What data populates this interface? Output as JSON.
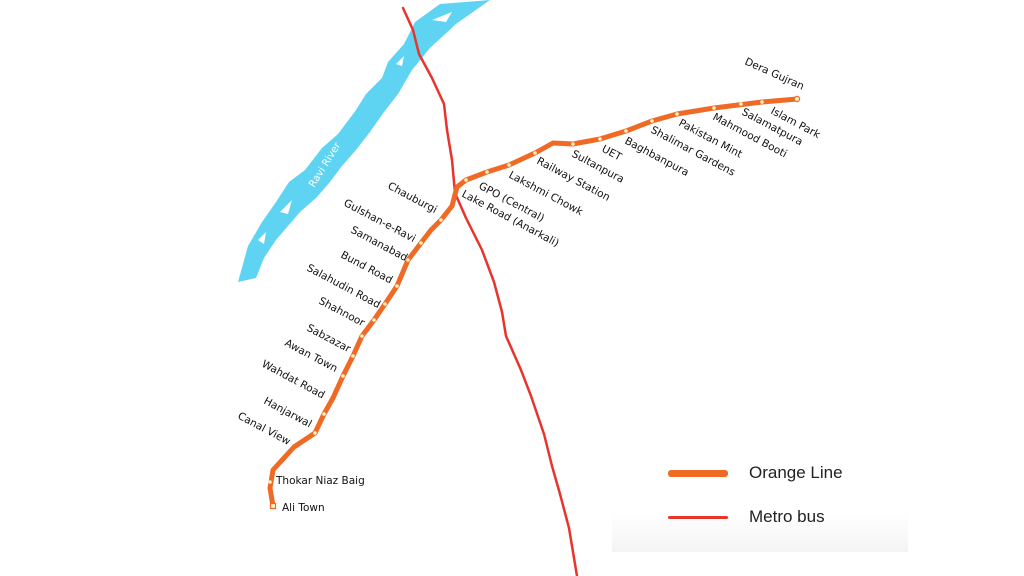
{
  "colors": {
    "orange_line": "#ef6a24",
    "metro_bus": "#e8342c",
    "river": "#5fd4f2",
    "station_fill": "#fff3c4"
  },
  "river": {
    "label": "Ravi River"
  },
  "stations": [
    "Dera Gujran",
    "Islam Park",
    "Salamatpura",
    "Mahmood Booti",
    "Pakistan Mint",
    "Shalimar Gardens",
    "Baghbanpura",
    "UET",
    "Sultanpura",
    "Railway Station",
    "Lakshmi Chowk",
    "GPO (Central)",
    "Lake Road (Anarkali)",
    "Chauburgi",
    "Gulshan-e-Ravi",
    "Samanabad",
    "Bund Road",
    "Salahudin Road",
    "Shahnoor",
    "Sabzazar",
    "Awan Town",
    "Wahdat Road",
    "Hanjarwal",
    "Canal View",
    "Thokar Niaz Baig",
    "Ali Town"
  ],
  "legend": {
    "orange_line": "Orange Line",
    "metro_bus": "Metro bus"
  }
}
